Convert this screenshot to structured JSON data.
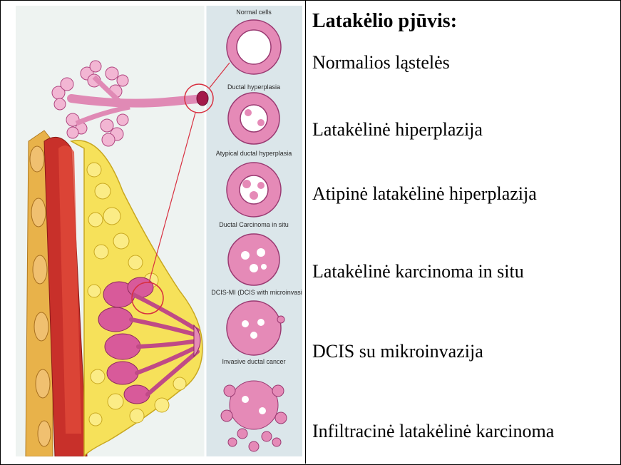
{
  "heading": "Latakėlio pjūvis:",
  "items": [
    "Normalios ląstelės",
    "Latakėlinė hiperplazija",
    "Atipinė latakėlinė hiperplazija",
    "Latakėlinė karcinoma in situ",
    "DCIS su mikroinvazija",
    "Infiltracinė latakėlinė karcinoma"
  ],
  "illustration": {
    "panel_labels": [
      "Normal cells",
      "Ductal hyperplasia",
      "Atypical ductal hyperplasia",
      "Ductal Carcinoma in situ",
      "DCIS-MI (DCIS with microinvasi",
      "Invasive ductal cancer"
    ]
  },
  "colors": {
    "pink": "#d85a9a",
    "pink_light": "#f2b6d3",
    "fat_yellow": "#f6e15a",
    "muscle_red": "#c8302a",
    "panel_bg": "#dbe6ea",
    "bg": "#eef3f1"
  }
}
